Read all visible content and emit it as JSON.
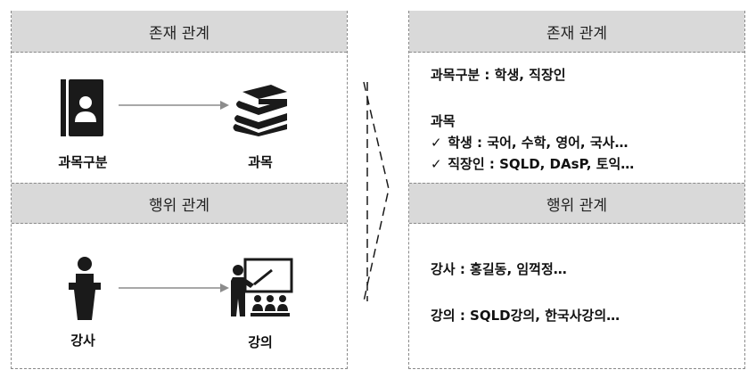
{
  "left": {
    "existence_header": "존재 관계",
    "action_header": "행위 관계",
    "node_course_category": "과목구분",
    "node_course": "과목",
    "node_instructor": "강사",
    "node_lecture": "강의"
  },
  "right": {
    "existence_header": "존재 관계",
    "action_header": "행위 관계",
    "course_category_line": "과목구분 : 학생, 직장인",
    "course_title": "과목",
    "course_student_line": "학생 : 국어, 수학, 영어, 국사…",
    "course_worker_line": "직장인 : SQLD, DAsP, 토익…",
    "check_mark": "✓",
    "instructor_line": "강사 : 홍길동, 임꺽정…",
    "lecture_line": "강의 : SQLD강의, 한국사강의…"
  },
  "colors": {
    "header_bg": "#d9d9d9",
    "border": "#8a8a8a",
    "arrow": "#8c8c8c",
    "icon": "#1a1a1a"
  }
}
